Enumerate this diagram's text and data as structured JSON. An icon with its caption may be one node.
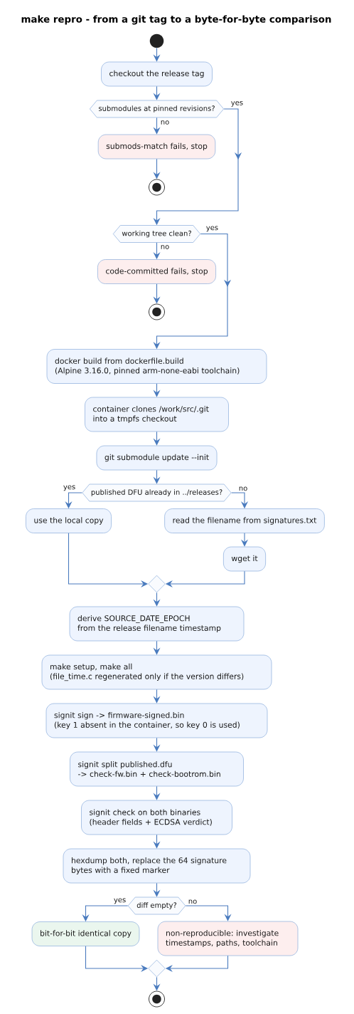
{
  "diagram": {
    "title": "make repro - from a git tag to a byte-for-byte comparison",
    "nodes": [
      {
        "text": [],
        "shape": "circle"
      },
      {
        "text": [
          "checkout the release tag"
        ]
      },
      {
        "text": [
          "submodules at pinned revisions?"
        ]
      },
      {
        "text": [
          "submods-match fails, stop"
        ]
      },
      {
        "text": [],
        "shape": "circle"
      },
      {
        "text": [
          "working tree clean?"
        ]
      },
      {
        "text": [
          "code-committed fails, stop"
        ]
      },
      {
        "text": [],
        "shape": "circle"
      },
      {
        "text": [
          "docker build from dockerfile.build (Alpine 3.16.0, pinned arm-none-eabi toolchain)"
        ]
      },
      {
        "text": [
          "container clones /work/src/.git into a tmpfs checkout"
        ]
      },
      {
        "text": [
          "git submodule update --init"
        ]
      },
      {
        "text": [
          "published DFU already in ../releases?"
        ]
      },
      {
        "text": [
          "use the local copy"
        ]
      },
      {
        "text": [
          "read the filename from signatures.txt"
        ]
      },
      {
        "text": [
          "wget it"
        ]
      },
      {
        "text": [],
        "shape": "diamond"
      },
      {
        "text": [
          "derive SOURCE_DATE_EPOCH from the release filename timestamp"
        ]
      },
      {
        "text": [
          "make setup, make all (file_time.c regenerated only if the version differs)"
        ]
      },
      {
        "text": [
          "signit sign -> firmware-signed.bin (key 1 absent in the container, so key 0 is used)"
        ]
      },
      {
        "text": [
          "signit split published.dfu -> check-fw.bin + check-bootrom.bin"
        ]
      },
      {
        "text": [
          "signit check on both binaries (header fields + ECDSA verdict)"
        ]
      },
      {
        "text": [
          "hexdump both, replace the 64 signature bytes with a fixed marker"
        ]
      },
      {
        "text": [
          "diff empty?"
        ]
      },
      {
        "text": [
          "bit-for-bit identical copy"
        ]
      },
      {
        "text": [
          "non-reproducible: investigate timestamps, paths, toolchain"
        ]
      },
      {
        "text": [],
        "shape": "diamond"
      },
      {
        "text": [],
        "shape": "circle"
      }
    ],
    "edges": [
      {
        "from": 0,
        "to": 1,
        "arrow": "to"
      },
      {
        "from": 1,
        "to": 2,
        "arrow": "to"
      },
      {
        "from": 2,
        "to": 3,
        "arrow": "to",
        "label": "no"
      },
      {
        "from": 3,
        "to": 4,
        "arrow": "to"
      },
      {
        "from": 2,
        "to": 5,
        "arrow": "to",
        "label": "yes"
      },
      {
        "from": 5,
        "to": 6,
        "arrow": "to",
        "label": "no"
      },
      {
        "from": 6,
        "to": 7,
        "arrow": "to"
      },
      {
        "from": 5,
        "to": 8,
        "arrow": "to",
        "label": "yes"
      },
      {
        "from": 8,
        "to": 9,
        "arrow": "to"
      },
      {
        "from": 9,
        "to": 10,
        "arrow": "to"
      },
      {
        "from": 10,
        "to": 11,
        "arrow": "to"
      },
      {
        "from": 11,
        "to": 12,
        "arrow": "to",
        "label": "yes"
      },
      {
        "from": 11,
        "to": 13,
        "arrow": "to",
        "label": "no"
      },
      {
        "from": 13,
        "to": 14,
        "arrow": "to"
      },
      {
        "from": 12,
        "to": 15,
        "arrow": "to"
      },
      {
        "from": 14,
        "to": 15,
        "arrow": "to"
      },
      {
        "from": 15,
        "to": 16,
        "arrow": "to"
      },
      {
        "from": 16,
        "to": 17,
        "arrow": "to"
      },
      {
        "from": 17,
        "to": 18,
        "arrow": "to"
      },
      {
        "from": 18,
        "to": 19,
        "arrow": "to"
      },
      {
        "from": 19,
        "to": 20,
        "arrow": "to"
      },
      {
        "from": 20,
        "to": 21,
        "arrow": "to"
      },
      {
        "from": 21,
        "to": 22,
        "arrow": "to"
      },
      {
        "from": 22,
        "to": 23,
        "arrow": "to",
        "label": "yes"
      },
      {
        "from": 22,
        "to": 24,
        "arrow": "to",
        "label": "no"
      },
      {
        "from": 23,
        "to": 25,
        "arrow": "to"
      },
      {
        "from": 24,
        "to": 25,
        "arrow": "to"
      },
      {
        "from": 25,
        "to": 26,
        "arrow": "to"
      }
    ]
  }
}
